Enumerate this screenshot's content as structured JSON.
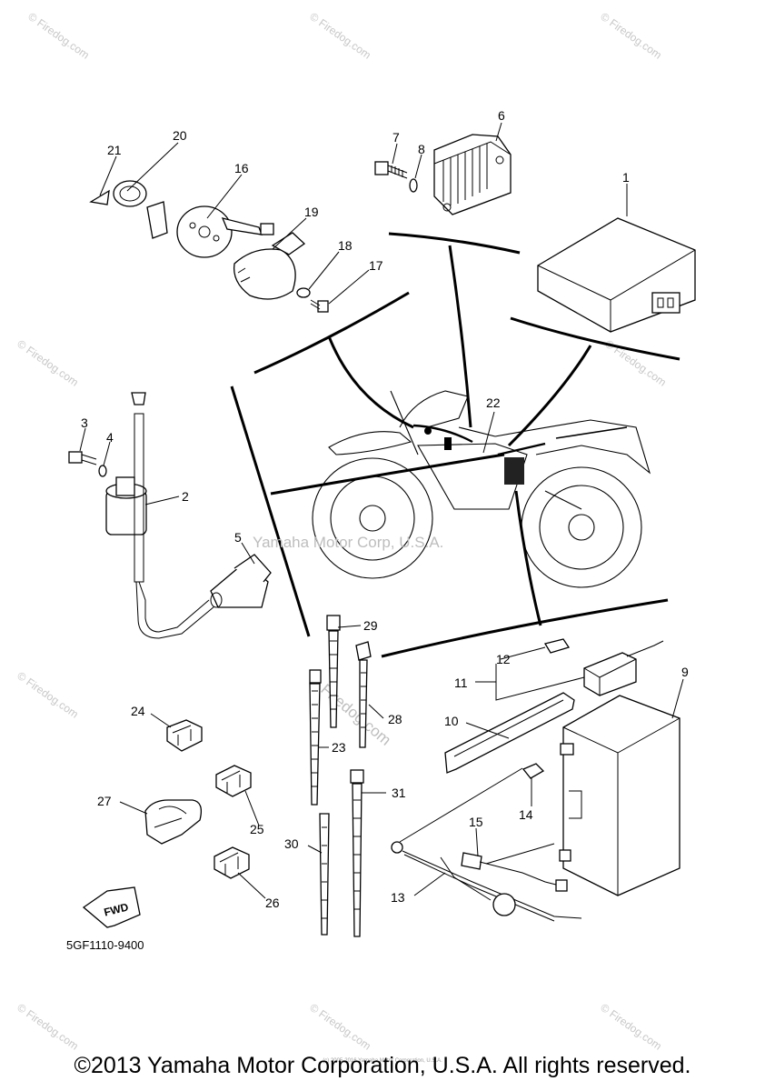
{
  "diagram": {
    "callouts": [
      "1",
      "2",
      "3",
      "4",
      "5",
      "6",
      "7",
      "8",
      "9",
      "10",
      "11",
      "12",
      "13",
      "14",
      "15",
      "16",
      "17",
      "18",
      "19",
      "20",
      "21",
      "22",
      "23",
      "24",
      "25",
      "26",
      "27",
      "28",
      "29",
      "30",
      "31"
    ],
    "part_code": "5GF1110-9400",
    "fwd_label": "FWD",
    "center_watermark": "Yamaha Motor Corp, U.S.A.",
    "side_watermark": "Firedog.com",
    "corner_watermark": "© Firedog.com",
    "tiny_text": "(c) 2005-2016 Yamaha Motor Corporation, U.S.A.",
    "copyright": "©2013 Yamaha Motor Corporation, U.S.A. All rights reserved."
  }
}
